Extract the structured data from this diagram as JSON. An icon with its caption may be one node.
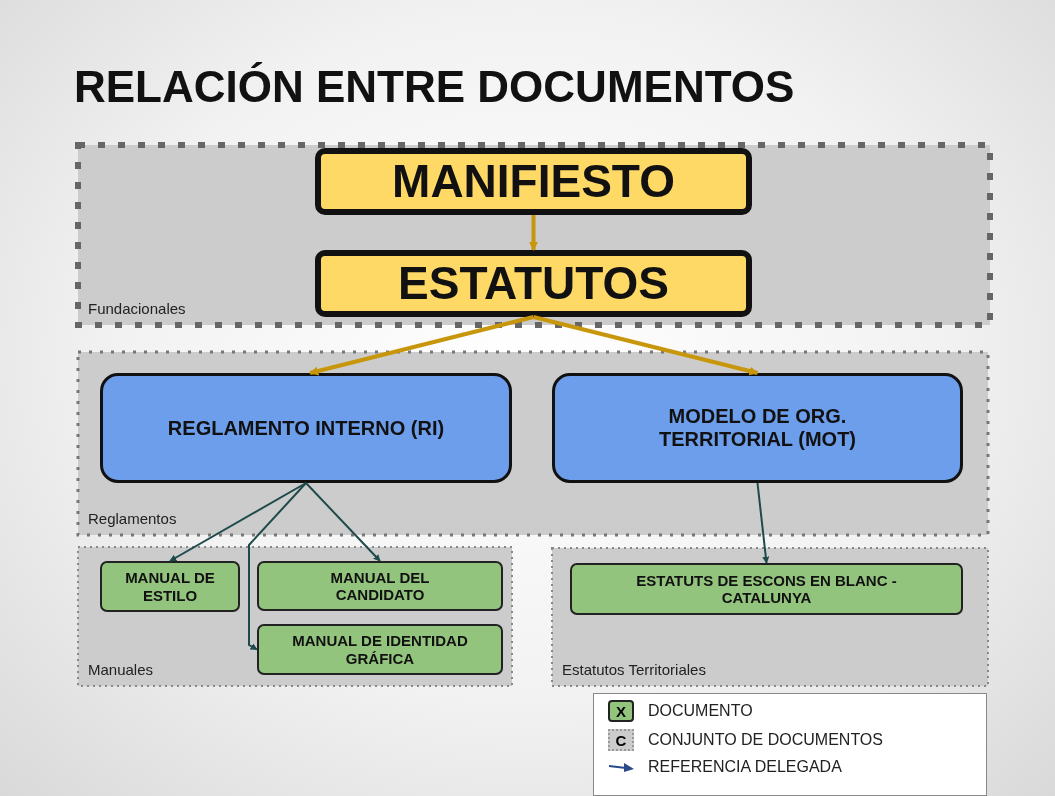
{
  "diagram": {
    "title": "RELACIÓN ENTRE DOCUMENTOS",
    "nodes": [
      {
        "text": [
          "Fundacionales"
        ]
      },
      {
        "text": [
          "MANIFIESTO"
        ],
        "in": 0
      },
      {
        "text": [
          "ESTATUTOS"
        ],
        "in": 0
      },
      {
        "text": [
          "Reglamentos"
        ]
      },
      {
        "text": [
          "REGLAMENTO INTERNO (RI)"
        ],
        "in": 3
      },
      {
        "text": [
          "MODELO DE ORG. TERRITORIAL (MOT)"
        ],
        "in": 3
      },
      {
        "text": [
          "Manuales"
        ]
      },
      {
        "text": [
          "MANUAL DE ESTILO"
        ],
        "in": 6
      },
      {
        "text": [
          "MANUAL DEL CANDIDATO"
        ],
        "in": 6
      },
      {
        "text": [
          "MANUAL DE IDENTIDAD GRÁFICA"
        ],
        "in": 6
      },
      {
        "text": [
          "Estatutos Territoriales"
        ]
      },
      {
        "text": [
          "ESTATUTS DE ESCONS EN BLANC - CATALUNYA"
        ],
        "in": 10
      }
    ],
    "edges": [
      {
        "from": 1,
        "to": 2,
        "arrow": "to",
        "style": "thick",
        "color": "#c8960a"
      },
      {
        "from": 2,
        "to": 4,
        "arrow": "to",
        "style": "thick",
        "color": "#c8960a"
      },
      {
        "from": 2,
        "to": 5,
        "arrow": "to",
        "style": "thick",
        "color": "#c8960a"
      },
      {
        "from": 4,
        "to": 7,
        "arrow": "to"
      },
      {
        "from": 4,
        "to": 8,
        "arrow": "to"
      },
      {
        "from": 4,
        "to": 9,
        "arrow": "to"
      },
      {
        "from": 5,
        "to": 11,
        "arrow": "to"
      }
    ],
    "labels": [
      "X",
      "C"
    ],
    "legend": [
      {
        "text": "DOCUMENTO",
        "color": "#93c47d"
      },
      {
        "text": "CONJUNTO DE DOCUMENTOS",
        "color": "#cccccc"
      },
      {
        "text": "REFERENCIA DELEGADA"
      }
    ]
  }
}
